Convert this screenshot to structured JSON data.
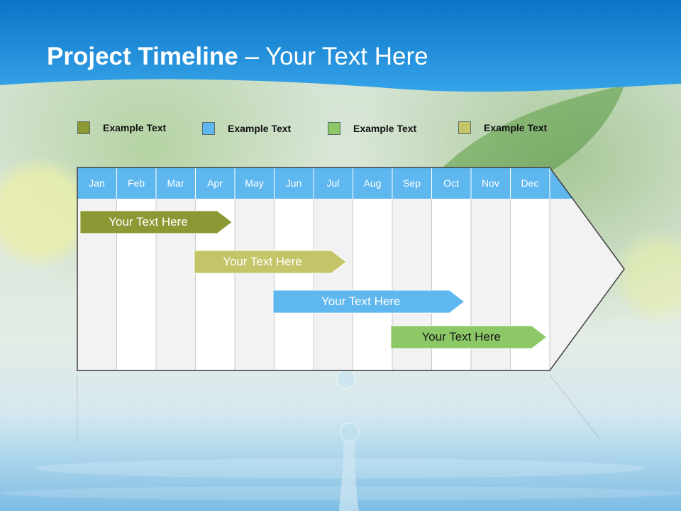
{
  "slide": {
    "title_bold": "Project Timeline",
    "title_rest": " – Your Text Here"
  },
  "legend": [
    {
      "label": "Example Text",
      "color": "#8c9833"
    },
    {
      "label": "Example Text",
      "color": "#5fb7ef"
    },
    {
      "label": "Example Text",
      "color": "#8cc865"
    },
    {
      "label": "Example Text",
      "color": "#c4c468"
    }
  ],
  "timeline": {
    "months": [
      "Jan",
      "Feb",
      "Mar",
      "Apr",
      "May",
      "Jun",
      "Jul",
      "Aug",
      "Sep",
      "Oct",
      "Nov",
      "Dec"
    ],
    "header_color": "#5fb7ef",
    "tasks": [
      {
        "label": "Your  Text Here",
        "start_month": 1.0,
        "end_month": 4.0,
        "color": "#8c9833",
        "text_color": "#ffffff"
      },
      {
        "label": "Your  Text Here",
        "start_month": 3.9,
        "end_month": 6.9,
        "color": "#c4c468",
        "text_color": "#ffffff"
      },
      {
        "label": "Your  Text Here",
        "start_month": 5.9,
        "end_month": 9.9,
        "color": "#5fb7ef",
        "text_color": "#ffffff"
      },
      {
        "label": "Your  Text Here",
        "start_month": 8.9,
        "end_month": 12.0,
        "color": "#8cc865",
        "text_color": "#1a1a1a"
      }
    ]
  }
}
